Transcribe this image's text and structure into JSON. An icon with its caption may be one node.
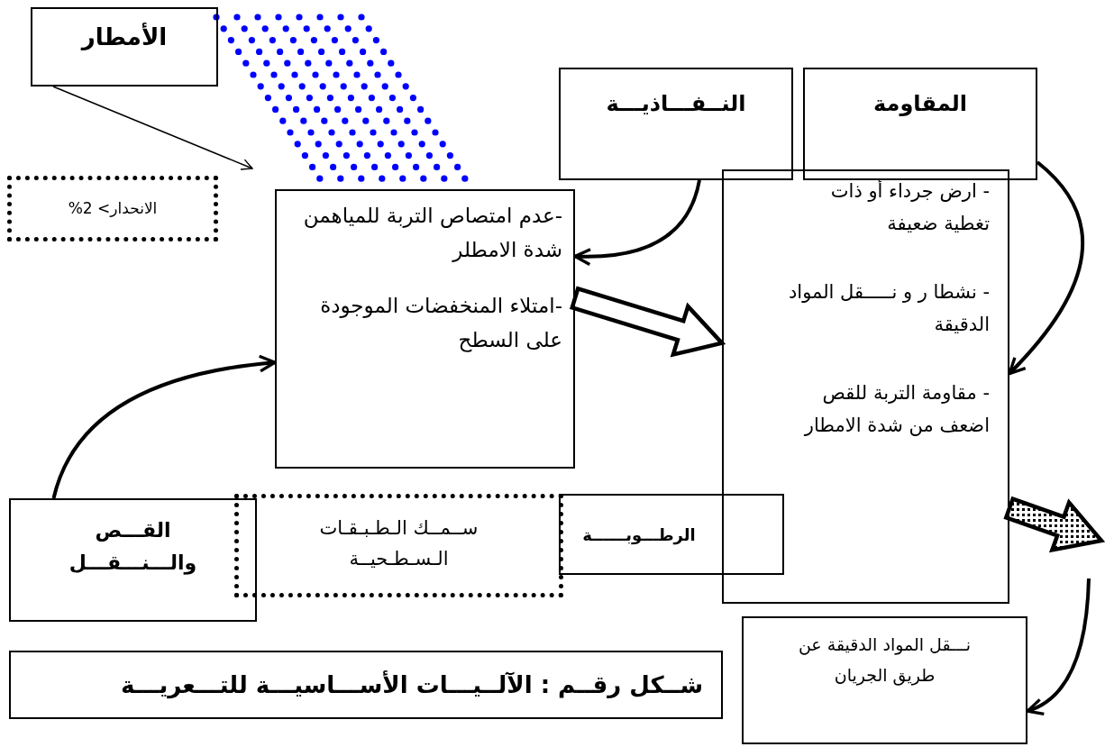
{
  "diagram": {
    "caption": "شــكل رقــم : الآلــيـــات الأســـاسيـــة للتـــعريـــة",
    "nodes": [
      {
        "text": [
          "الأمطار"
        ]
      },
      {
        "text": [
          "الانحدار> 2%"
        ]
      },
      {
        "text": [
          "-عدم امتصاص التربة للمياهمن شدة الامطلر",
          "-امتلاء المنخفضات الموجودة على السطح"
        ]
      },
      {
        "text": [
          "النــفـــاذيـــة"
        ]
      },
      {
        "text": [
          "المقاومة"
        ]
      },
      {
        "text": [
          "- ارض جرداء أو ذات تغطية ضعيفة",
          "- نشطا ر و نـــــقل المواد الدقيقة",
          "- مقاومة التربة للقص اضعف من شدة الامطار"
        ]
      },
      {
        "text": [
          "القـــص والـــنـــقـــل"
        ]
      },
      {
        "text": [
          "ســمــك الـطـبـقـات الـسـطـحيــة"
        ]
      },
      {
        "text": [
          "الرطـــوبــــــة"
        ]
      },
      {
        "text": [
          "نـــقل المواد الدقيقة عن طريق الجريان"
        ]
      }
    ],
    "edges": [
      {
        "from": 0,
        "to": null,
        "arrow": "to"
      },
      {
        "from": 3,
        "to": 2,
        "arrow": "to"
      },
      {
        "from": 4,
        "to": 5,
        "arrow": "to"
      },
      {
        "from": 2,
        "to": 5,
        "arrow": "to",
        "style": "thick"
      },
      {
        "from": 5,
        "to": null,
        "arrow": "to",
        "style": "thick"
      },
      {
        "from": null,
        "to": 9,
        "arrow": "to"
      },
      {
        "from": 6,
        "to": 2,
        "arrow": "to"
      }
    ]
  }
}
